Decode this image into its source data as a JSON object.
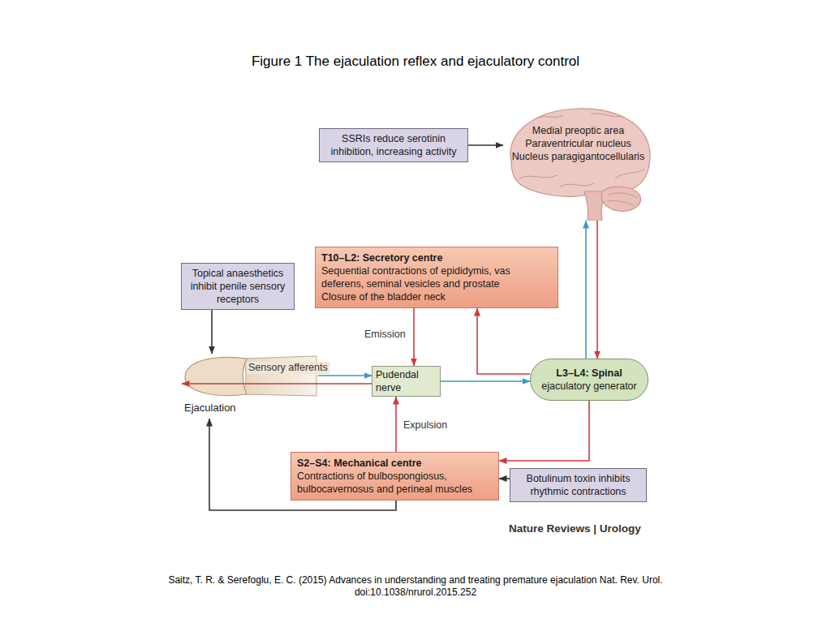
{
  "diagram": {
    "title": "Figure 1 The ejaculation reflex and ejaculatory control",
    "caption": "Saitz, T. R. & Serefoglu, E. C. (2015) Advances in understanding and treating premature ejaculation Nat. Rev. Urol. doi:10.1038/nrurol.2015.252",
    "nodes": [
      {
        "text": [
          "SSRIs reduce serotinin inhibition, increasing activity"
        ]
      },
      {
        "text": [
          "Medial preoptic area",
          "Paraventricular nucleus",
          "Nucleus paragigantocellularis"
        ]
      },
      {
        "text": [
          "T10–L2: Secretory centre",
          "Sequential contractions of epididymis, vas deferens, seminal vesicles and prostate",
          "Closure of the bladder neck"
        ]
      },
      {
        "text": [
          "Topical anaesthetics inhibit penile sensory receptors"
        ]
      },
      {
        "text": [
          "Ejaculation"
        ]
      },
      {
        "text": [
          "Pudendal nerve"
        ]
      },
      {
        "text": [
          "L3–L4: Spinal",
          "ejaculatory generator"
        ]
      },
      {
        "text": [
          "S2–S4: Mechanical centre",
          "Contractions of bulbospongiosus, bulbocavernosus and perineal muscles"
        ]
      },
      {
        "text": [
          "Botulinum toxin inhibits rhythmic contractions"
        ]
      }
    ],
    "edges": [
      {
        "from": 0,
        "to": 1,
        "arrow": "to"
      },
      {
        "from": 6,
        "to": 1,
        "arrow": "to"
      },
      {
        "from": 1,
        "to": 6,
        "arrow": "to"
      },
      {
        "from": 6,
        "to": 2,
        "arrow": "to"
      },
      {
        "from": 2,
        "to": 5,
        "label": "Emission",
        "arrow": "to"
      },
      {
        "from": 5,
        "to": 6,
        "arrow": "to"
      },
      {
        "from": 4,
        "to": 5,
        "label": "Sensory afferents",
        "arrow": "to"
      },
      {
        "from": 5,
        "to": 4,
        "arrow": "to"
      },
      {
        "from": 7,
        "to": 5,
        "label": "Expulsion",
        "arrow": "to"
      },
      {
        "from": 6,
        "to": 7,
        "arrow": "to"
      },
      {
        "from": 3,
        "to": 4,
        "arrow": "to"
      },
      {
        "from": 8,
        "to": 7,
        "arrow": "to"
      },
      {
        "from": 7,
        "to": 4,
        "arrow": "to"
      }
    ],
    "labels": [
      "Nature Reviews | Urology"
    ]
  }
}
